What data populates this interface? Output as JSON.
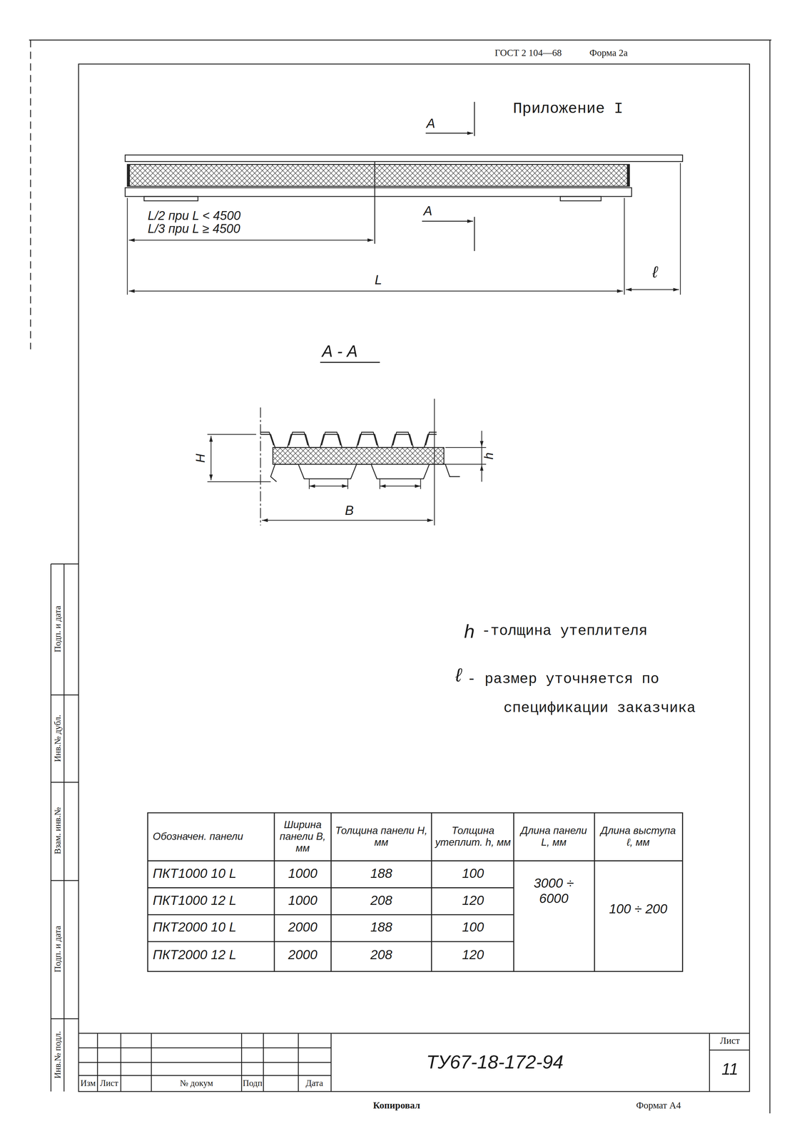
{
  "diagram": {
    "title": "Приложение I",
    "labels": [
      "ГОСТ 2 104—68",
      "Форма 2а",
      "А",
      "L/2 при L < 4500",
      "L/3 при L ≥ 4500",
      "А",
      "L",
      "ℓ",
      "А - А",
      "H",
      "h",
      "B",
      "h",
      "-толщина утеплителя",
      "ℓ",
      "- размер уточняется по спецификации заказчика",
      "Обозначен. панели",
      "Ширина панели B, мм",
      "Толщина панели H, мм",
      "Толщина утеплит. h, мм",
      "Длина панели L, мм",
      "Длина выступа ℓ, мм",
      "ПКТ1000 10 L",
      "1000",
      "188",
      "100",
      "3000 ÷ 6000",
      "100 ÷ 200",
      "ПКТ1000 12 L",
      "1000",
      "208",
      "120",
      "ПКТ2000 10 L",
      "2000",
      "188",
      "100",
      "ПКТ2000 12 L",
      "2000",
      "208",
      "120",
      "Подп. и дата",
      "Инв.№ дубл.",
      "Взам. инв.№",
      "Подп. и дата",
      "Инв.№ подл.",
      "Изм",
      "Лист",
      "№ докум",
      "Подп",
      "Дата",
      "ТУ67-18-172-94",
      "Лист",
      "11",
      "Копировал",
      "Формат А4"
    ]
  }
}
